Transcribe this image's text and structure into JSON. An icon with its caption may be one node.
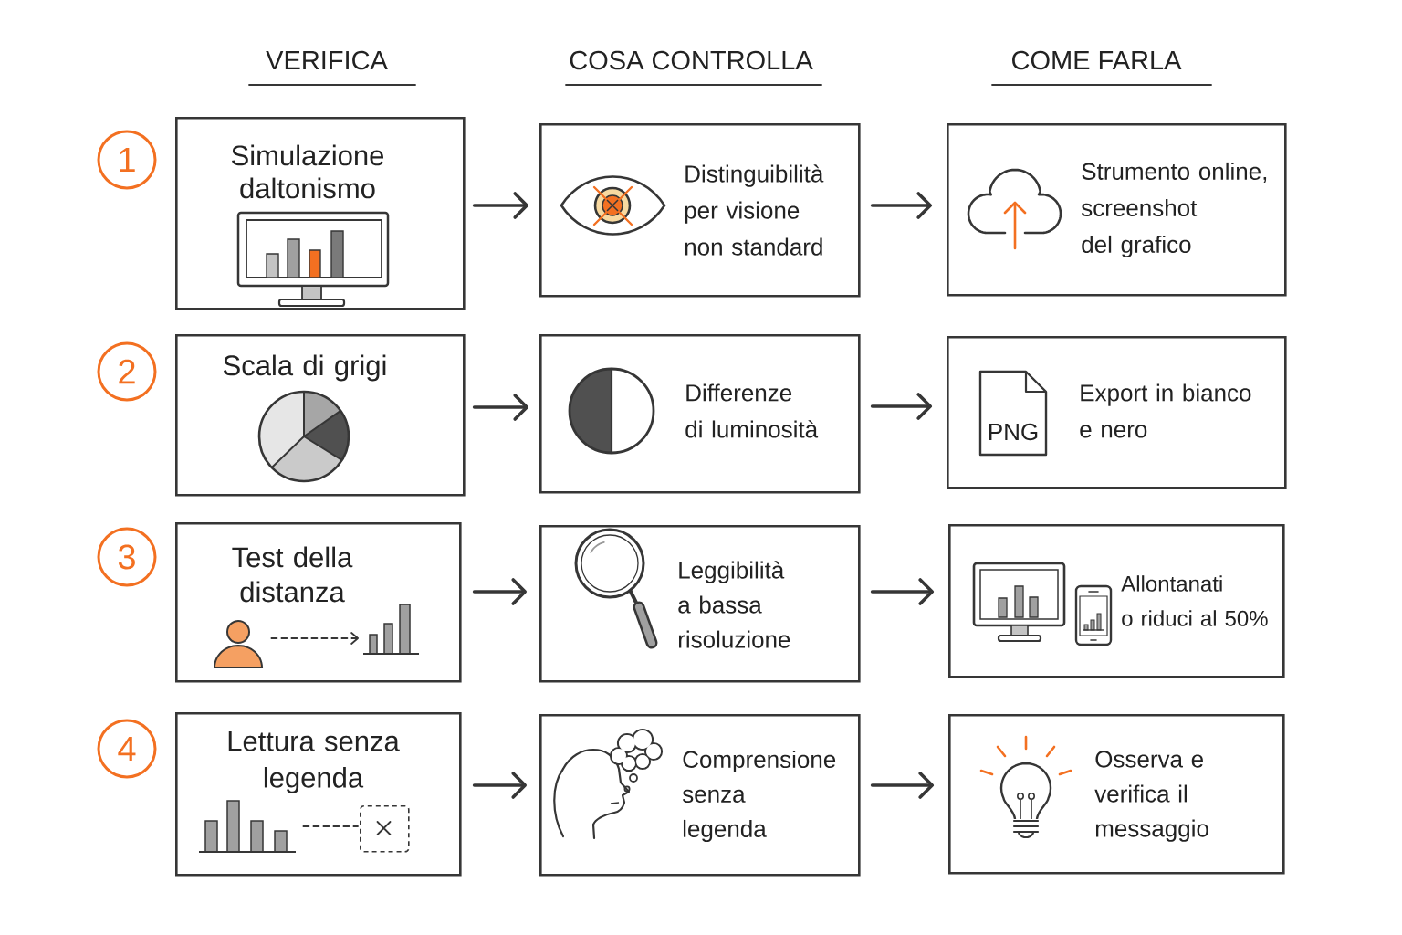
{
  "diagram": {
    "nodes": [
      {
        "text": [
          "1"
        ]
      },
      {
        "text": [
          "Simulazione daltonismo"
        ]
      },
      {
        "text": [
          "Distinguibilità per visione non standard"
        ]
      },
      {
        "text": [
          "Strumento online, screenshot del grafico"
        ]
      },
      {
        "text": [
          "2"
        ]
      },
      {
        "text": [
          "Scala di grigi"
        ]
      },
      {
        "text": [
          "Differenze di luminosità"
        ]
      },
      {
        "text": [
          "Export in bianco e nero"
        ]
      },
      {
        "text": [
          "PNG"
        ],
        "in": 7
      },
      {
        "text": [
          "3"
        ]
      },
      {
        "text": [
          "Test della distanza"
        ]
      },
      {
        "text": [],
        "shape": "person",
        "in": 10
      },
      {
        "text": [],
        "shape": "picture",
        "in": 10
      },
      {
        "text": [
          "Leggibilità a bassa risoluzione"
        ]
      },
      {
        "text": [
          "Allontanati o riduci al 50%"
        ]
      },
      {
        "text": [
          "4"
        ]
      },
      {
        "text": [
          "Lettura senza legenda"
        ]
      },
      {
        "text": [],
        "shape": "picture",
        "in": 16
      },
      {
        "text": [],
        "shape": "box",
        "in": 16
      },
      {
        "text": [
          "Comprensione senza legenda"
        ]
      },
      {
        "text": [
          "Osserva e verifica il messaggio"
        ]
      }
    ],
    "edges": [
      {
        "from": 1,
        "to": 2,
        "arrow": "to"
      },
      {
        "from": 2,
        "to": 3,
        "arrow": "to"
      },
      {
        "from": 5,
        "to": 6,
        "arrow": "to"
      },
      {
        "from": 6,
        "to": 7,
        "arrow": "to"
      },
      {
        "from": 11,
        "to": 12,
        "arrow": "to",
        "style": "dashed"
      },
      {
        "from": 10,
        "to": 13,
        "arrow": "to"
      },
      {
        "from": 13,
        "to": 14,
        "arrow": "to"
      },
      {
        "from": 17,
        "to": 18,
        "arrow": "none",
        "style": "dashed"
      },
      {
        "from": 16,
        "to": 19,
        "arrow": "to"
      },
      {
        "from": 19,
        "to": 20,
        "arrow": "to"
      }
    ],
    "labels": [
      "VERIFICA",
      "COSA CONTROLLA",
      "COME FARLA"
    ]
  }
}
